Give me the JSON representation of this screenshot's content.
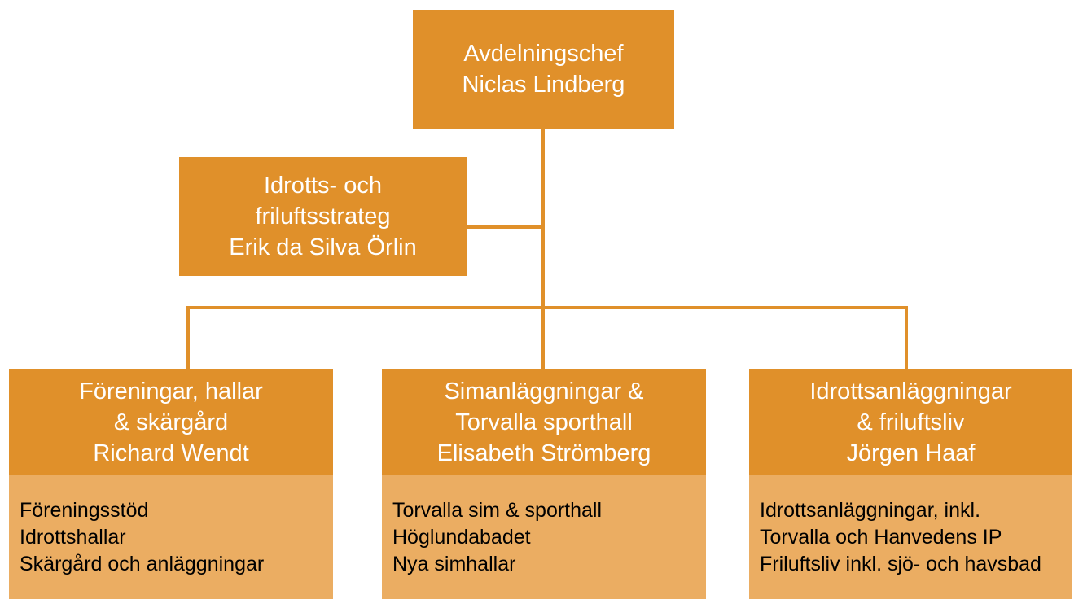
{
  "chart": {
    "root": {
      "lines": [
        "Avdelningschef",
        "Niclas Lindberg"
      ]
    },
    "advisor": {
      "lines": [
        "Idrotts- och",
        "friluftsstrateg",
        "Erik da Silva Örlin"
      ]
    },
    "units": [
      {
        "head": [
          "Föreningar, hallar",
          "& skärgård",
          "Richard Wendt"
        ],
        "items": [
          "Föreningsstöd",
          "Idrottshallar",
          "Skärgård och anläggningar"
        ]
      },
      {
        "head": [
          "Simanläggningar &",
          "Torvalla sporthall",
          "Elisabeth Strömberg"
        ],
        "items": [
          "Torvalla sim & sporthall",
          "Höglundabadet",
          "Nya simhallar"
        ]
      },
      {
        "head": [
          "Idrottsanläggningar",
          "& friluftsliv",
          "Jörgen Haaf"
        ],
        "items": [
          "Idrottsanläggningar, inkl.",
          "Torvalla och Hanvedens IP",
          "Friluftsliv inkl. sjö- och havsbad"
        ]
      }
    ]
  },
  "colors": {
    "box": "#e0902a",
    "box_light": "#ebad62",
    "connector": "#e0902a",
    "head_text": "#ffffff",
    "body_text": "#000000"
  }
}
